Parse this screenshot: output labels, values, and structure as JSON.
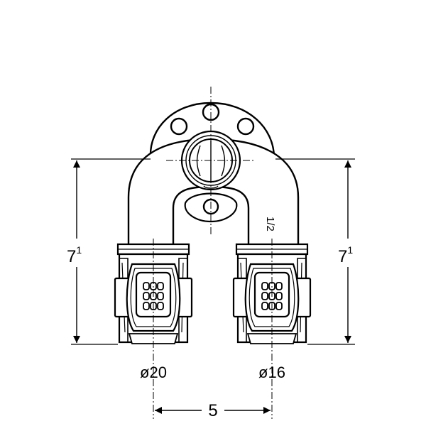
{
  "colors": {
    "stroke": "#000000",
    "background": "#ffffff"
  },
  "labels": {
    "height_left_main": "7",
    "height_left_sup": "1",
    "height_right_main": "7",
    "height_right_sup": "1",
    "diameter_left": "ø20",
    "diameter_right": "ø16",
    "spacing": "5",
    "thread": "1/2"
  }
}
